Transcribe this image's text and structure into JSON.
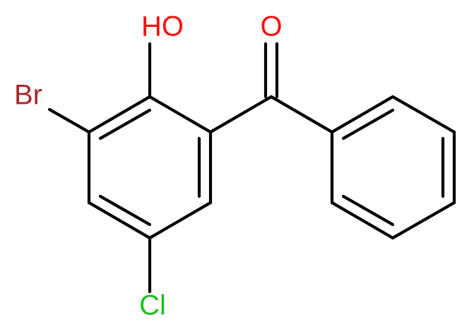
{
  "atoms": {
    "hydroxyl": {
      "label": "HO",
      "color": "#ff0d0d"
    },
    "carbonyl_oxygen": {
      "label": "O",
      "color": "#ff0d0d"
    },
    "bromine": {
      "label": "Br",
      "color": "#a62929"
    },
    "chlorine": {
      "label": "Cl",
      "color": "#1fc01f"
    }
  },
  "bond_color": "#000000",
  "background": "#ffffff"
}
